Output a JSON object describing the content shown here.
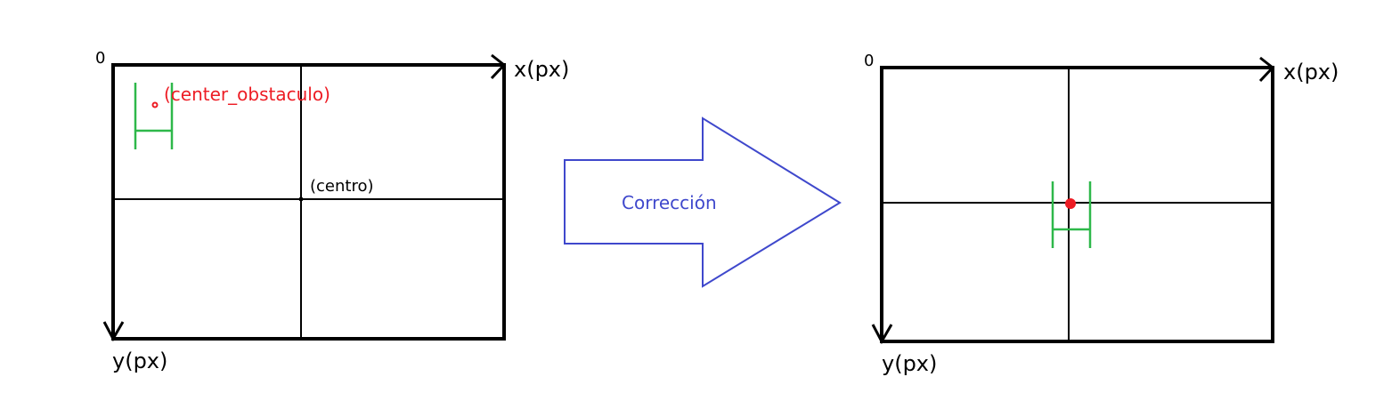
{
  "left_panel": {
    "origin_label": "0",
    "x_axis_label": "x(px)",
    "y_axis_label": "y(px)",
    "center_label": "(centro)",
    "obstacle_label": "(center_obstaculo)"
  },
  "arrow": {
    "label": "Corrección"
  },
  "right_panel": {
    "origin_label": "0",
    "x_axis_label": "x(px)",
    "y_axis_label": "y(px)"
  },
  "colors": {
    "axis": "#000000",
    "obstacle_marker": "#2eb84a",
    "obstacle_point": "#ed1c24",
    "arrow_outline": "#3f48cc",
    "arrow_text": "#3f48cc"
  }
}
